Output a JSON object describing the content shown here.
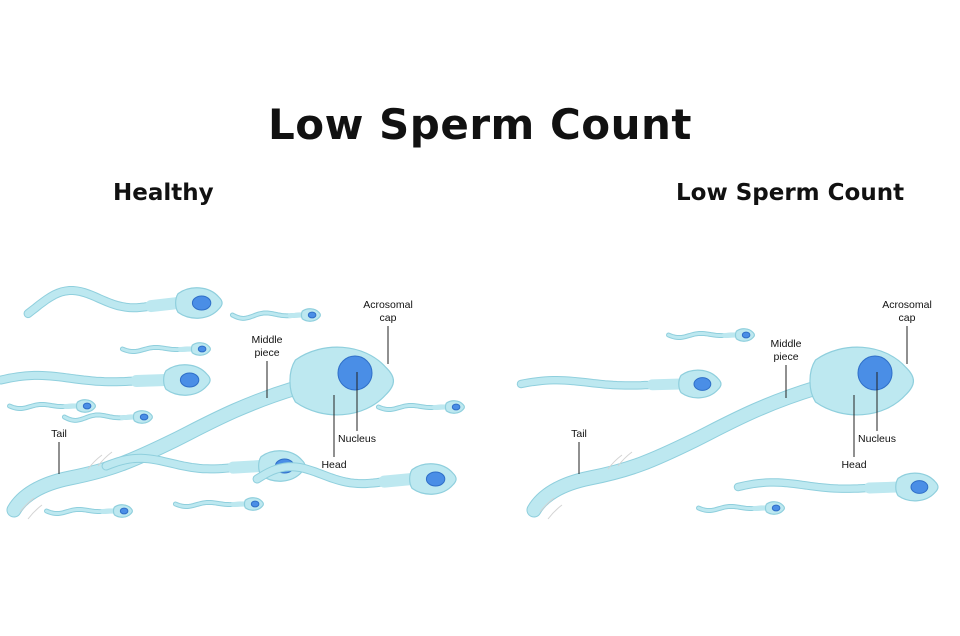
{
  "title": "Low Sperm Count",
  "panels": {
    "healthy": {
      "title": "Healthy",
      "labels": {
        "acrosomal": [
          "Acrosomal",
          "cap"
        ],
        "middle": [
          "Middle",
          "piece"
        ],
        "tail": "Tail",
        "nucleus": "Nucleus",
        "head": "Head"
      }
    },
    "low": {
      "title": "Low Sperm Count",
      "labels": {
        "acrosomal": [
          "Acrosomal",
          "cap"
        ],
        "middle": [
          "Middle",
          "piece"
        ],
        "tail": "Tail",
        "nucleus": "Nucleus",
        "head": "Head"
      }
    }
  },
  "colors": {
    "cell_body": "#bde8f0",
    "cell_outline": "#8fcfdd",
    "nucleus": "#4a8ee6",
    "text": "#111111"
  }
}
